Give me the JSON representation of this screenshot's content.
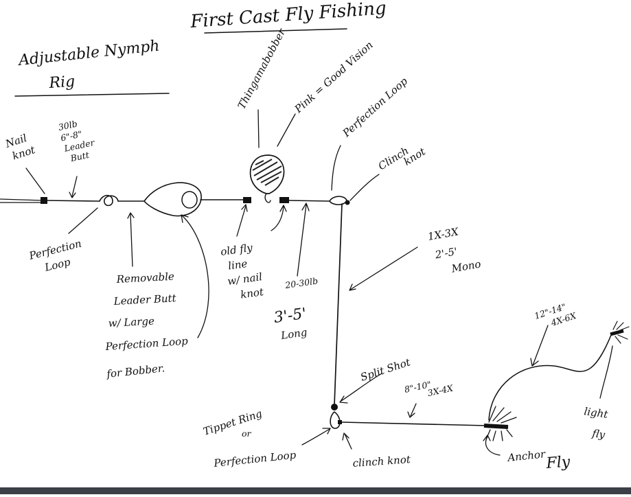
{
  "title": "First Cast Fly Fishing",
  "subtitle_line1": "Adjustable Nymph",
  "subtitle_line2": "Rig",
  "labels": {
    "nail_knot": [
      "Nail",
      "knot"
    ],
    "leader_butt": [
      "30lb",
      "6\"-8\"",
      "Leader",
      "Butt"
    ],
    "perfection_loop_left": [
      "Perfection",
      "Loop"
    ],
    "removable_leader_butt": [
      "Removable",
      "Leader Butt",
      "w/ Large",
      "Perfection Loop",
      "for Bobber."
    ],
    "thingamabobber": "Thingamabobber",
    "pink_good_vision": "Pink = Good Vision",
    "perfection_loop_top": "Perfection Loop",
    "clinch_knot_top": [
      "Clinch",
      "knot"
    ],
    "old_fly_line": [
      "old fly",
      "line",
      "w/ nail",
      "knot"
    ],
    "leader_spec": [
      "20-30lb",
      "3'-5'",
      "Long"
    ],
    "mono": [
      "1X-3X",
      "2'-5'",
      "Mono"
    ],
    "split_shot": "Split Shot",
    "tippet_spec": [
      "8\"-10\"",
      "3X-4X"
    ],
    "tippet_ring": [
      "Tippet Ring",
      "or",
      "Perfection Loop"
    ],
    "clinch_knot_bottom": "clinch knot",
    "anchor_fly": [
      "Anchor",
      "Fly"
    ],
    "dropper_spec": [
      "12\"-14\"",
      "4X-6X"
    ],
    "light_fly": [
      "light",
      "fly"
    ]
  }
}
